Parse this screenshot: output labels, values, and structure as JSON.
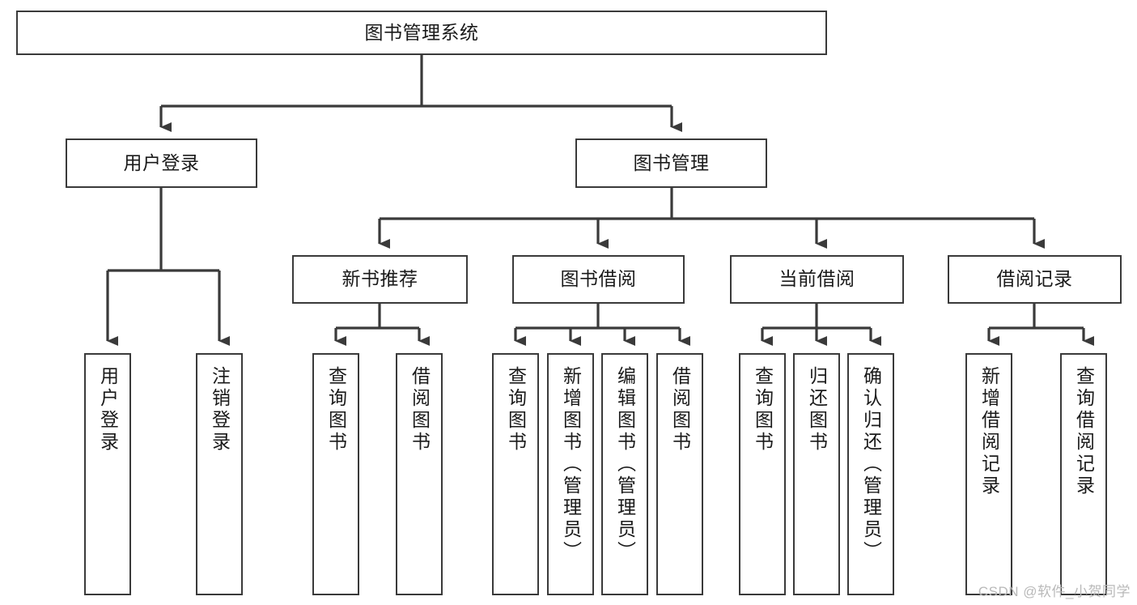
{
  "diagram": {
    "title": "图书管理系统",
    "watermark": "CSDN @软件_小贺同学",
    "stroke_color": "#3a3a3a",
    "background_color": "#ffffff",
    "text_color": "#1a1a1a",
    "watermark_color": "#b9b9b9"
  },
  "nodes": {
    "root": {
      "label": "图书管理系统"
    },
    "level2": [
      {
        "label": "用户登录"
      },
      {
        "label": "图书管理"
      }
    ],
    "level3": [
      {
        "label": "新书推荐"
      },
      {
        "label": "图书借阅"
      },
      {
        "label": "当前借阅"
      },
      {
        "label": "借阅记录"
      }
    ],
    "leaves": {
      "user_login": [
        {
          "label": "用户登录"
        },
        {
          "label": "注销登录"
        }
      ],
      "new_book_recommend": [
        {
          "label": "查询图书"
        },
        {
          "label": "借阅图书"
        }
      ],
      "book_borrow": [
        {
          "label": "查询图书"
        },
        {
          "label": "新增图书（管理员）"
        },
        {
          "label": "编辑图书（管理员）"
        },
        {
          "label": "借阅图书"
        }
      ],
      "current_borrow": [
        {
          "label": "查询图书"
        },
        {
          "label": "归还图书"
        },
        {
          "label": "确认归还（管理员）"
        }
      ],
      "borrow_record": [
        {
          "label": "新增借阅记录"
        },
        {
          "label": "查询借阅记录"
        }
      ]
    }
  }
}
